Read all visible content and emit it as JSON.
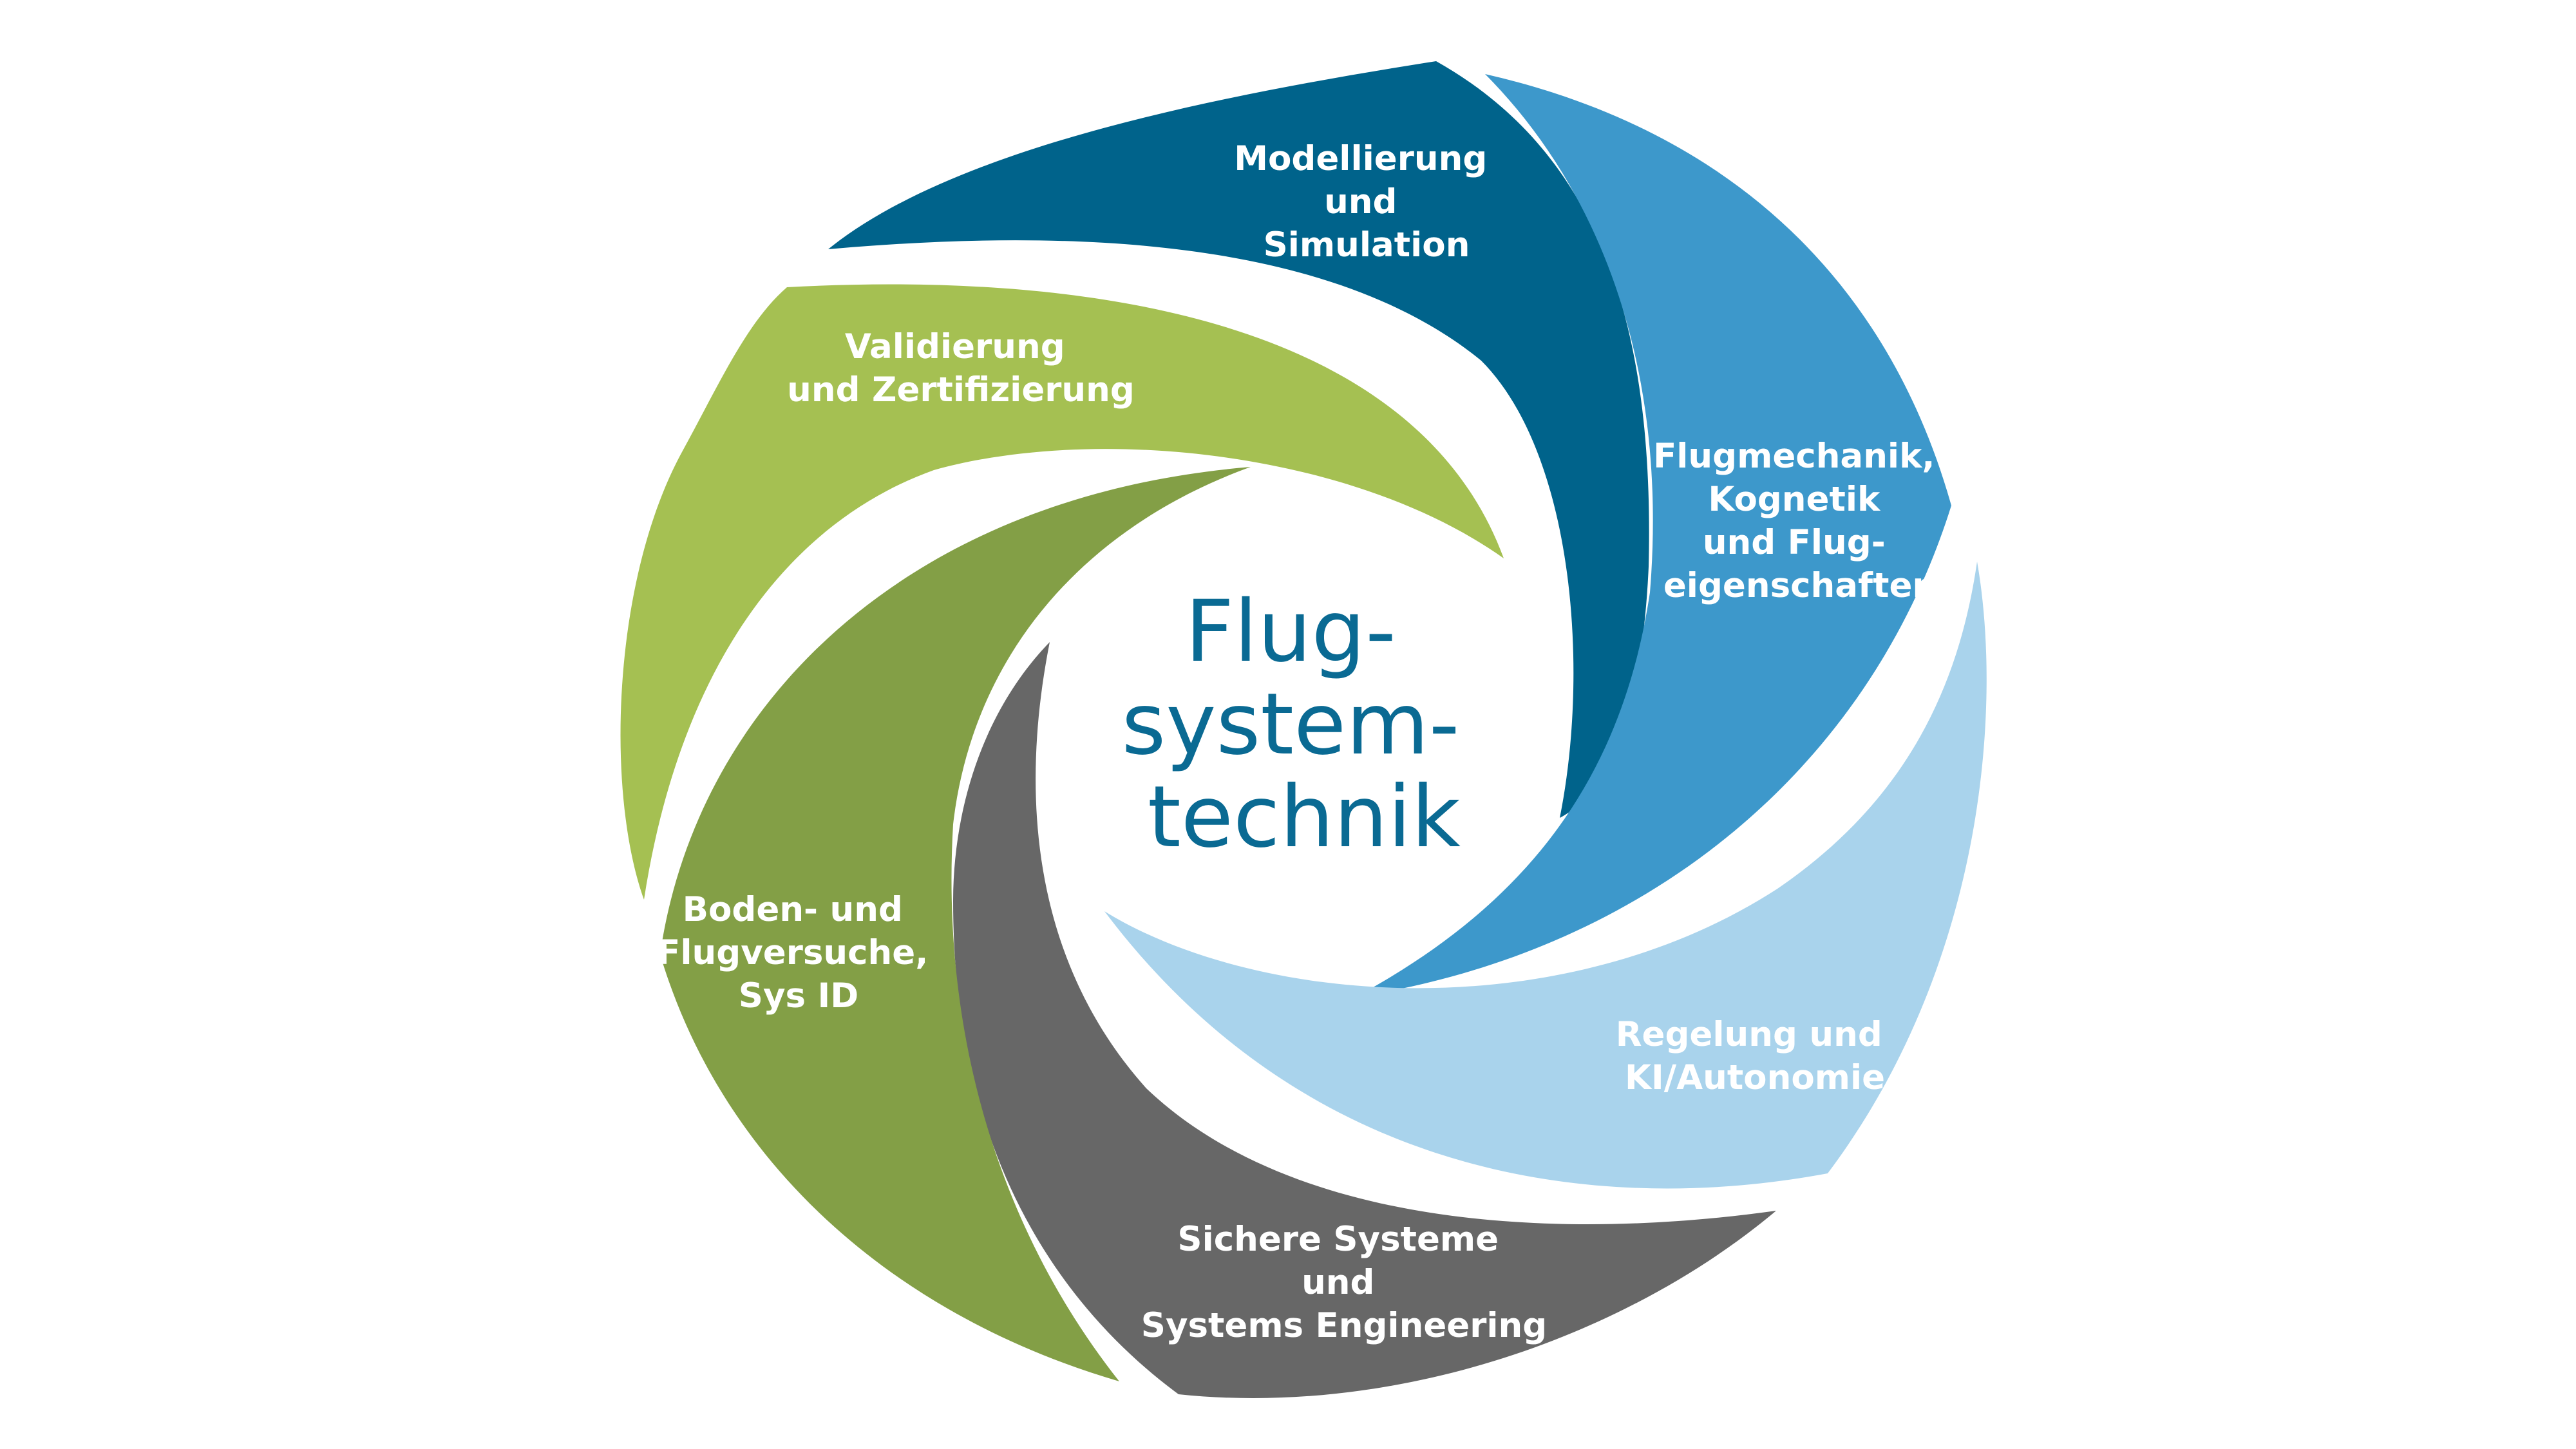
{
  "center": {
    "lines": [
      "Flug-",
      "system-",
      "technik"
    ],
    "color": "#0a6a93"
  },
  "segments": [
    {
      "id": "modellierung",
      "lines": [
        "Modellierung",
        "und",
        "Simulation"
      ],
      "color": "#00638b"
    },
    {
      "id": "flugmechanik",
      "lines": [
        "Flugmechanik,",
        "Kognetik",
        "und Flug-",
        "eigenschaften"
      ],
      "color": "#3d98cb"
    },
    {
      "id": "regelung",
      "lines": [
        "Regelung und",
        "KI/Autonomie"
      ],
      "color": "#a9d3ec"
    },
    {
      "id": "sichere-systeme",
      "lines": [
        "Sichere Systeme",
        "und",
        "Systems Engineering"
      ],
      "color": "#676767"
    },
    {
      "id": "boden-flugversuche",
      "lines": [
        "Boden- und",
        "Flugversuche,",
        "Sys ID"
      ],
      "color": "#839f46"
    },
    {
      "id": "validierung",
      "lines": [
        "Validierung",
        "und Zertifizierung"
      ],
      "color": "#a5c052"
    }
  ]
}
